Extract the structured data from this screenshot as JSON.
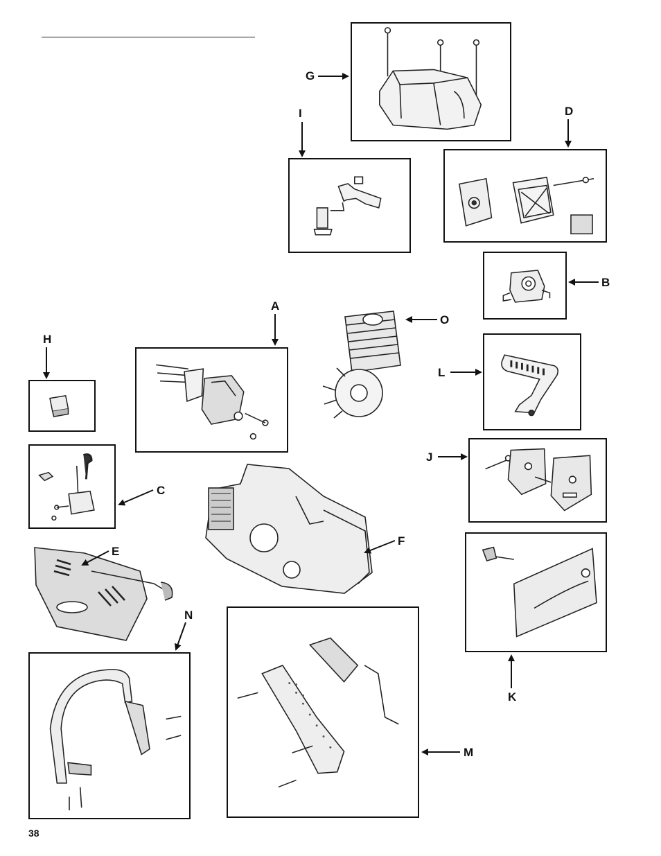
{
  "page_number": "38",
  "callouts": {
    "A": "A",
    "B": "B",
    "C": "C",
    "D": "D",
    "E": "E",
    "F": "F",
    "G": "G",
    "H": "H",
    "I": "I",
    "J": "J",
    "K": "K",
    "L": "L",
    "M": "M",
    "N": "N",
    "O": "O"
  },
  "icons": {
    "G": "top-cover-icon",
    "I": "throttle-lever-icon",
    "D": "air-filter-icon",
    "B": "carburetor-icon",
    "A": "muffler-icon",
    "O": "cylinder-icon",
    "H": "switch-icon",
    "L": "chain-brake-handle-icon",
    "C": "ignition-module-icon",
    "J": "chain-guard-plates-icon",
    "E": "starter-housing-icon",
    "F": "crankcase-icon",
    "K": "sprocket-cover-icon",
    "N": "front-handle-icon",
    "M": "rear-handle-icon"
  }
}
